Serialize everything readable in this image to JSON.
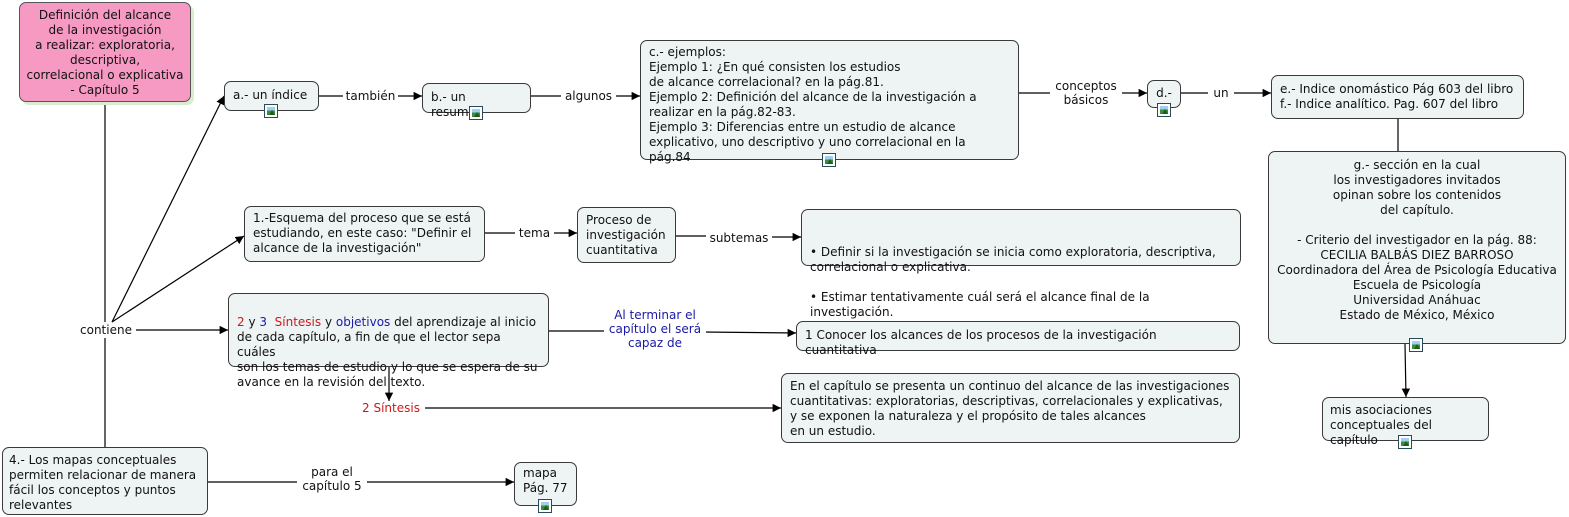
{
  "nodes": {
    "root": "Definición del alcance\nde la investigación\na realizar: exploratoria,\ndescriptiva,\ncorrelacional o explicativa\n- Capítulo 5",
    "indice": "a.- un índice",
    "resumen": "b.- un resumen",
    "ejemplos": "c.- ejemplos:\nEjemplo 1: ¿En qué consisten los estudios\nde alcance correlacional? en la pág.81.\nEjemplo 2: Definición del alcance de la investigación a\nrealizar en la pág.82-83.\nEjemplo 3: Diferencias entre un estudio de alcance\nexplicativo, uno descriptivo y uno correlacional en la pág.84",
    "d": "d.-",
    "indices": "e.- Indice onomástico Pág 603 del libro\nf.- Indice analítico. Pag. 607 del libro",
    "seccion": "g.- sección en la cual\nlos investigadores invitados\nopinan sobre los contenidos\ndel capítulo.\n\n- Criterio del investigador en la pág. 88:\nCECILIA BALBÁS DIEZ BARROSO\nCoordinadora del Área de Psicología Educativa\nEscuela de Psicología\nUniversidad Anáhuac\nEstado de México, México",
    "asociaciones": "mis asociaciones\nconceptuales del capítulo",
    "esquema": "1.-Esquema del proceso que se está\nestudiando, en este caso: \"Definir el\nalcance de la investigación\"",
    "proceso": "Proceso de\ninvestigación\ncuantitativa",
    "subtemas_items": [
      "• Definir si la investigación se inicia como exploratoria, descriptiva,\ncorrelacional o explicativa.",
      "• Estimar tentativamente cuál será el alcance final de la investigación."
    ],
    "sintesis_objetivos": {
      "num2": "2",
      "y": " y ",
      "num3": "3",
      "sintesis": "  Síntesis",
      "y2": " y ",
      "objetivos": "objetivos",
      "rest": " del aprendizaje al inicio\nde cada capítulo, a fin de que el lector sepa cuáles\nson los temas de estudio y lo que se espera de su\navance en la revisión del texto."
    },
    "conocer": "1 Conocer los alcances de los procesos de la investigación cuantitativa",
    "continuo": "En el capítulo se presenta un continuo del alcance de las investigaciones\ncuantitativas: exploratorias, descriptivas, correlacionales y explicativas,\ny se exponen la naturaleza y el propósito de tales alcances\nen un estudio.",
    "mapas": "4.- Los mapas conceptuales\npermiten relacionar de manera\nfácil los conceptos y puntos\nrelevantes",
    "mapa": "mapa\nPág. 77"
  },
  "labels": {
    "tambien": "también",
    "algunos": "algunos",
    "conceptos": "conceptos\nbásicos",
    "un": "un",
    "tema": "tema",
    "subtemas": "subtemas",
    "contiene": "contiene",
    "al_terminar": "Al terminar el\ncapítulo el será\ncapaz de",
    "dos_sintesis": "2 Síntesis",
    "para_el": "para el\ncapítulo 5"
  },
  "colors": {
    "node_fill": "#eef3f4",
    "root_fill": "#f79ac3",
    "line": "#000000",
    "red": "#d01818",
    "blue": "#1a1aa6"
  }
}
